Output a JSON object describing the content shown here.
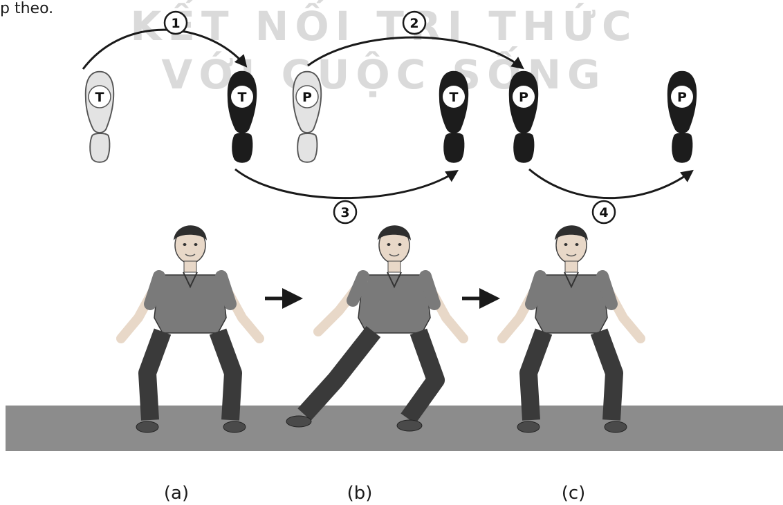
{
  "intro_fragment": "p theo.",
  "watermark": [
    "KẾT NỐI TRI THỨC",
    "VỚI CUỘC SỐNG"
  ],
  "step_numbers": [
    "1",
    "2",
    "3",
    "4"
  ],
  "footprints": [
    {
      "label": "T",
      "state": "start"
    },
    {
      "label": "T",
      "state": "placed"
    },
    {
      "label": "P",
      "state": "start"
    },
    {
      "label": "T",
      "state": "placed"
    },
    {
      "label": "P",
      "state": "placed"
    },
    {
      "label": "P",
      "state": "placed"
    }
  ],
  "figure_captions": [
    "(a)",
    "(b)",
    "(c)"
  ],
  "colors": {
    "placed_foot": "#1c1c1c",
    "start_foot": "#e3e3e3",
    "floor": "#8c8c8c",
    "shirt": "#7a7a7a",
    "pants": "#3a3a3a"
  }
}
